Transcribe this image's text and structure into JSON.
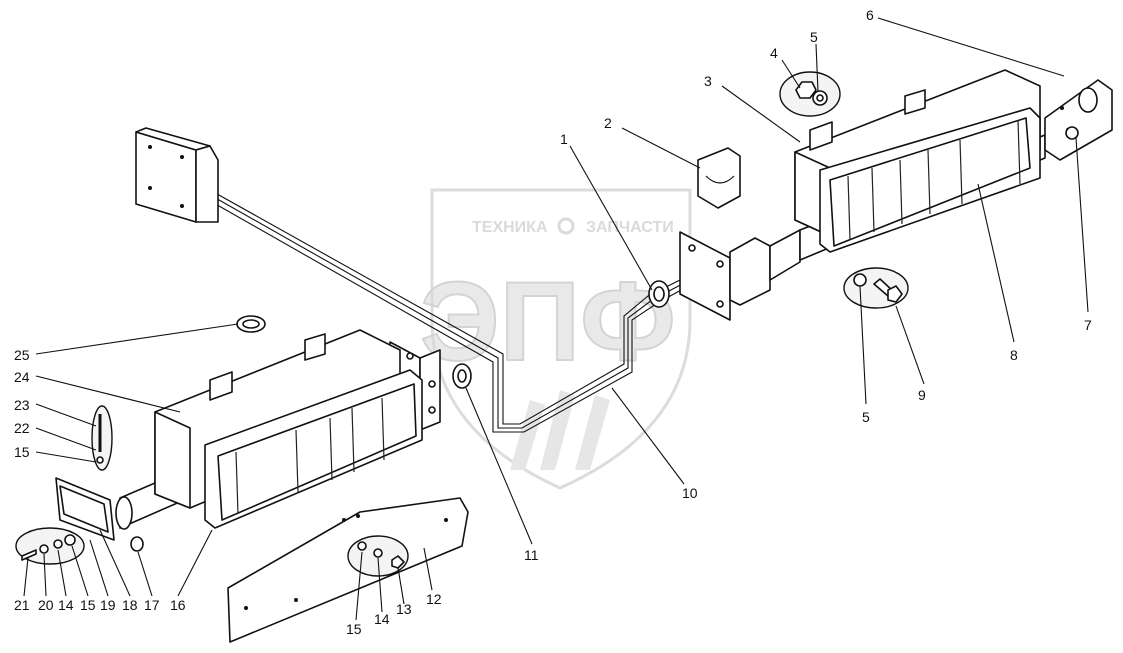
{
  "watermark": {
    "top_text": "ТЕХНИКА",
    "top_text2": "ЗАПЧАСТИ",
    "logo_text": "ЭПФ"
  },
  "callouts": {
    "c1": "1",
    "c2": "2",
    "c3": "3",
    "c4": "4",
    "c5a": "5",
    "c6": "6",
    "c7": "7",
    "c8": "8",
    "c5b": "5",
    "c9": "9",
    "c10": "10",
    "c11": "11",
    "c25": "25",
    "c24": "24",
    "c23": "23",
    "c22": "22",
    "c15a": "15",
    "c21": "21",
    "c20": "20",
    "c14a": "14",
    "c15b": "15",
    "c19": "19",
    "c18": "18",
    "c17": "17",
    "c16": "16",
    "c15c": "15",
    "c14b": "14",
    "c13": "13",
    "c12": "12"
  }
}
